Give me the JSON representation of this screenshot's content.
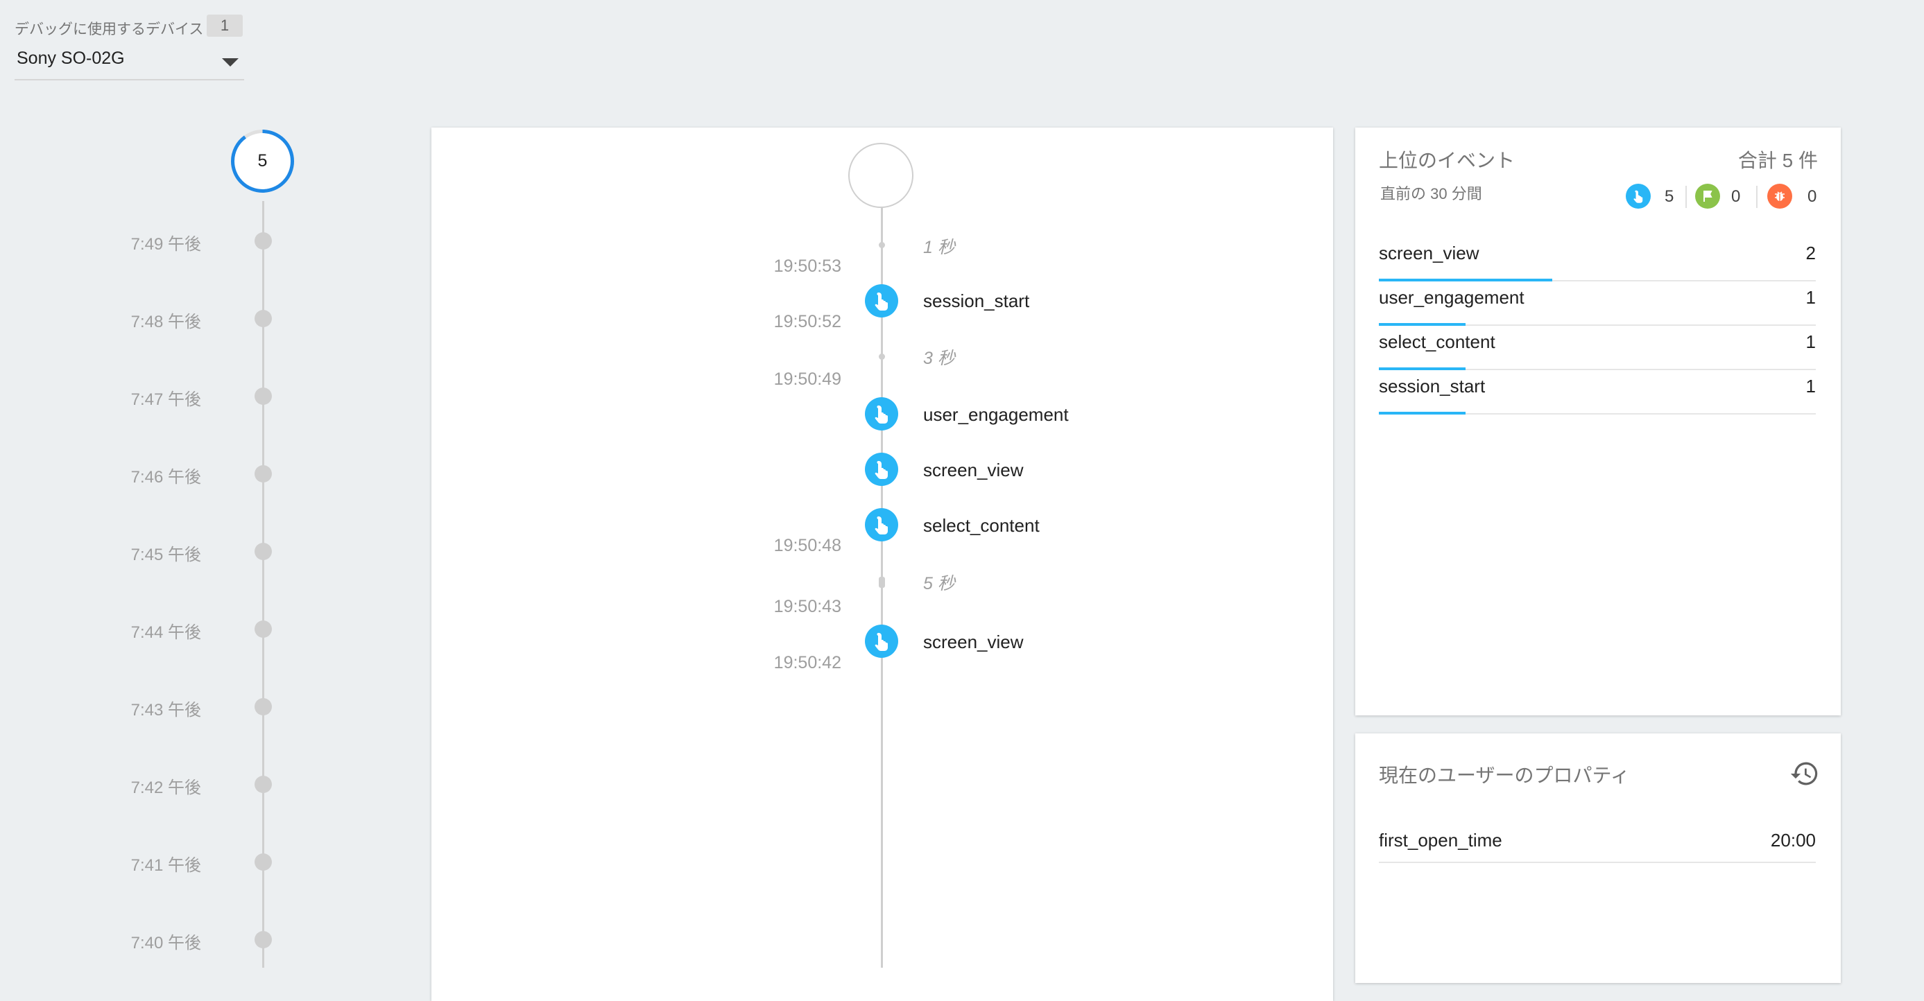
{
  "device_selector": {
    "label": "デバッグに使用するデバイス",
    "count": "1",
    "selected": "Sony SO-02G"
  },
  "minute_timeline": {
    "current_count": "5",
    "minutes": [
      "7:49 午後",
      "7:48 午後",
      "7:47 午後",
      "7:46 午後",
      "7:45 午後",
      "7:44 午後",
      "7:43 午後",
      "7:42 午後",
      "7:41 午後",
      "7:40 午後"
    ]
  },
  "stream": {
    "timestamps": [
      "19:50:53",
      "19:50:52",
      "19:50:49",
      "19:50:48",
      "19:50:43",
      "19:50:42"
    ],
    "gaps": [
      "1 秒",
      "3 秒",
      "5 秒"
    ],
    "events": [
      "session_start",
      "user_engagement",
      "screen_view",
      "select_content",
      "screen_view"
    ]
  },
  "top_events": {
    "title": "上位のイベント",
    "total": "合計 5 件",
    "subtitle": "直前の 30 分間",
    "counts": {
      "standard": "5",
      "conversion": "0",
      "error": "0"
    },
    "rows": [
      {
        "name": "screen_view",
        "value": "2",
        "fraction": 1.0
      },
      {
        "name": "user_engagement",
        "value": "1",
        "fraction": 0.5
      },
      {
        "name": "select_content",
        "value": "1",
        "fraction": 0.5
      },
      {
        "name": "session_start",
        "value": "1",
        "fraction": 0.5
      }
    ]
  },
  "user_properties": {
    "title": "現在のユーザーのプロパティ",
    "rows": [
      {
        "name": "first_open_time",
        "value": "20:00"
      }
    ]
  },
  "colors": {
    "accent": "#29b6f6",
    "conversion": "#8bc34a",
    "error": "#ff7043",
    "line": "#cfcfcf"
  }
}
